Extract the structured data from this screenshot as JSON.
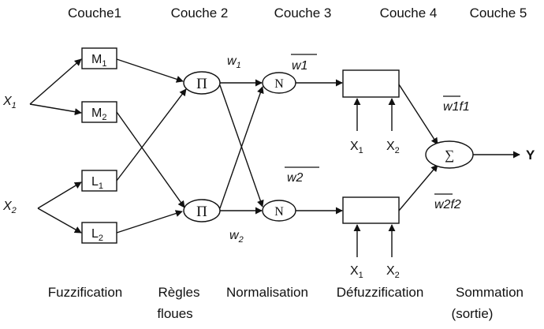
{
  "layers": [
    "Couche1",
    "Couche 2",
    "Couche 3",
    "Couche 4",
    "Couche 5"
  ],
  "inputs": {
    "x1": "X",
    "x1_sub": "1",
    "x2": "X",
    "x2_sub": "2"
  },
  "fuzzy_nodes": {
    "m1": "M",
    "m1_sub": "1",
    "m2": "M",
    "m2_sub": "2",
    "l1": "L",
    "l1_sub": "1",
    "l2": "L",
    "l2_sub": "2"
  },
  "rule_nodes": {
    "p1": "Π",
    "p2": "Π"
  },
  "norm_nodes": {
    "n1": "N",
    "n2": "N"
  },
  "sum_node": "∑",
  "output": "Y",
  "weights": {
    "w1": "w",
    "w1_sub": "1",
    "w2": "w",
    "w2_sub": "2"
  },
  "norm_weights": {
    "nw1": "w1",
    "nw2": "w2"
  },
  "products": {
    "f1": "w1f1",
    "f2": "w2f2"
  },
  "defuzz_inputs": {
    "top_a": "X",
    "top_a_sub": "1",
    "top_b": "X",
    "top_b_sub": "2",
    "bot_a": "X",
    "bot_a_sub": "1",
    "bot_b": "X",
    "bot_b_sub": "2"
  },
  "captions": {
    "fuzzification": "Fuzzification",
    "regles_1": "Règles",
    "regles_2": "floues",
    "normalisation": "Normalisation",
    "defuzzification": "Défuzzification",
    "sommation_1": "Sommation",
    "sommation_2": "(sortie)"
  }
}
